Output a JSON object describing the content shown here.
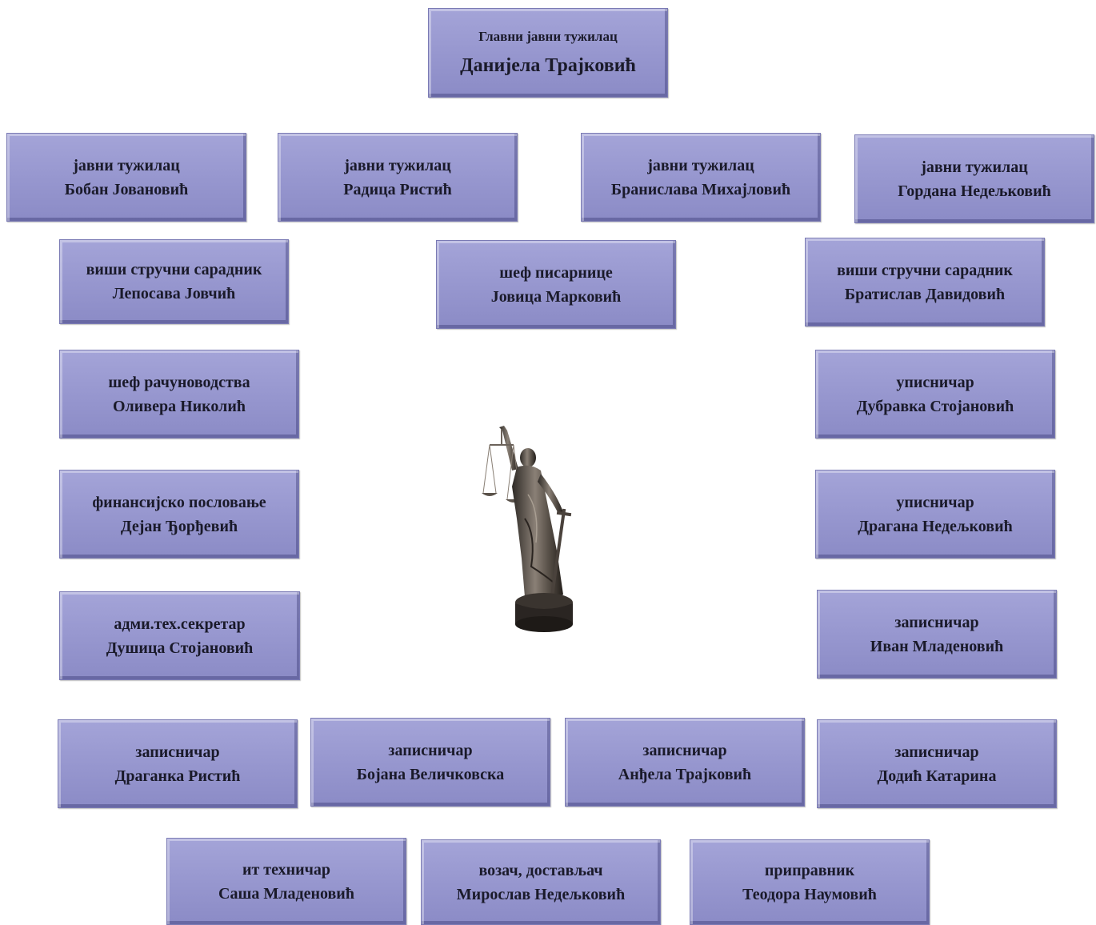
{
  "nodes": [
    {
      "id": "chief",
      "role": "Главни јавни тужилац",
      "name": "Данијела Трајковић"
    },
    {
      "id": "p1",
      "role": "јавни тужилац",
      "name": "Бобан Јовановић"
    },
    {
      "id": "p2",
      "role": "јавни тужилац",
      "name": "Радица Ристић"
    },
    {
      "id": "p3",
      "role": "јавни тужилац",
      "name": "Бранислава Михајловић"
    },
    {
      "id": "p4",
      "role": "јавни тужилац",
      "name": "Гордана Недељковић"
    },
    {
      "id": "a1",
      "role": "виши стручни сарадник",
      "name": "Лепосава Јовчић"
    },
    {
      "id": "reg",
      "role": "шеф писарнице",
      "name": "Јовица Марковић"
    },
    {
      "id": "a2",
      "role": "виши стручни сарадник",
      "name": "Братислав Давидовић"
    },
    {
      "id": "acc",
      "role": "шеф рачуноводства",
      "name": "Оливера Николић"
    },
    {
      "id": "u1",
      "role": "уписничар",
      "name": "Дубравка Стојановић"
    },
    {
      "id": "fin",
      "role": "финансијско пословање",
      "name": "Дејан Ђорђевић"
    },
    {
      "id": "u2",
      "role": "уписничар",
      "name": "Драгана Недељковић"
    },
    {
      "id": "sec",
      "role": "адми.тех.секретар",
      "name": "Душица Стојановић"
    },
    {
      "id": "z1",
      "role": "записничар",
      "name": "Иван Младеновић"
    },
    {
      "id": "z2",
      "role": "записничар",
      "name": "Драганка Ристић"
    },
    {
      "id": "z3",
      "role": "записничар",
      "name": "Бојана Величковска"
    },
    {
      "id": "z4",
      "role": "записничар",
      "name": "Анђела Трајковић"
    },
    {
      "id": "z5",
      "role": "записничар",
      "name": "Додић Катарина"
    },
    {
      "id": "it",
      "role": "ит техничар",
      "name": "Саша Младеновић"
    },
    {
      "id": "drv",
      "role": "возач, достављач",
      "name": "Мирослав Недељковић"
    },
    {
      "id": "int",
      "role": "приправник",
      "name": "Теодора Наумовић"
    }
  ],
  "colors": {
    "box": "#9797cf",
    "text": "#1a1a2a"
  }
}
